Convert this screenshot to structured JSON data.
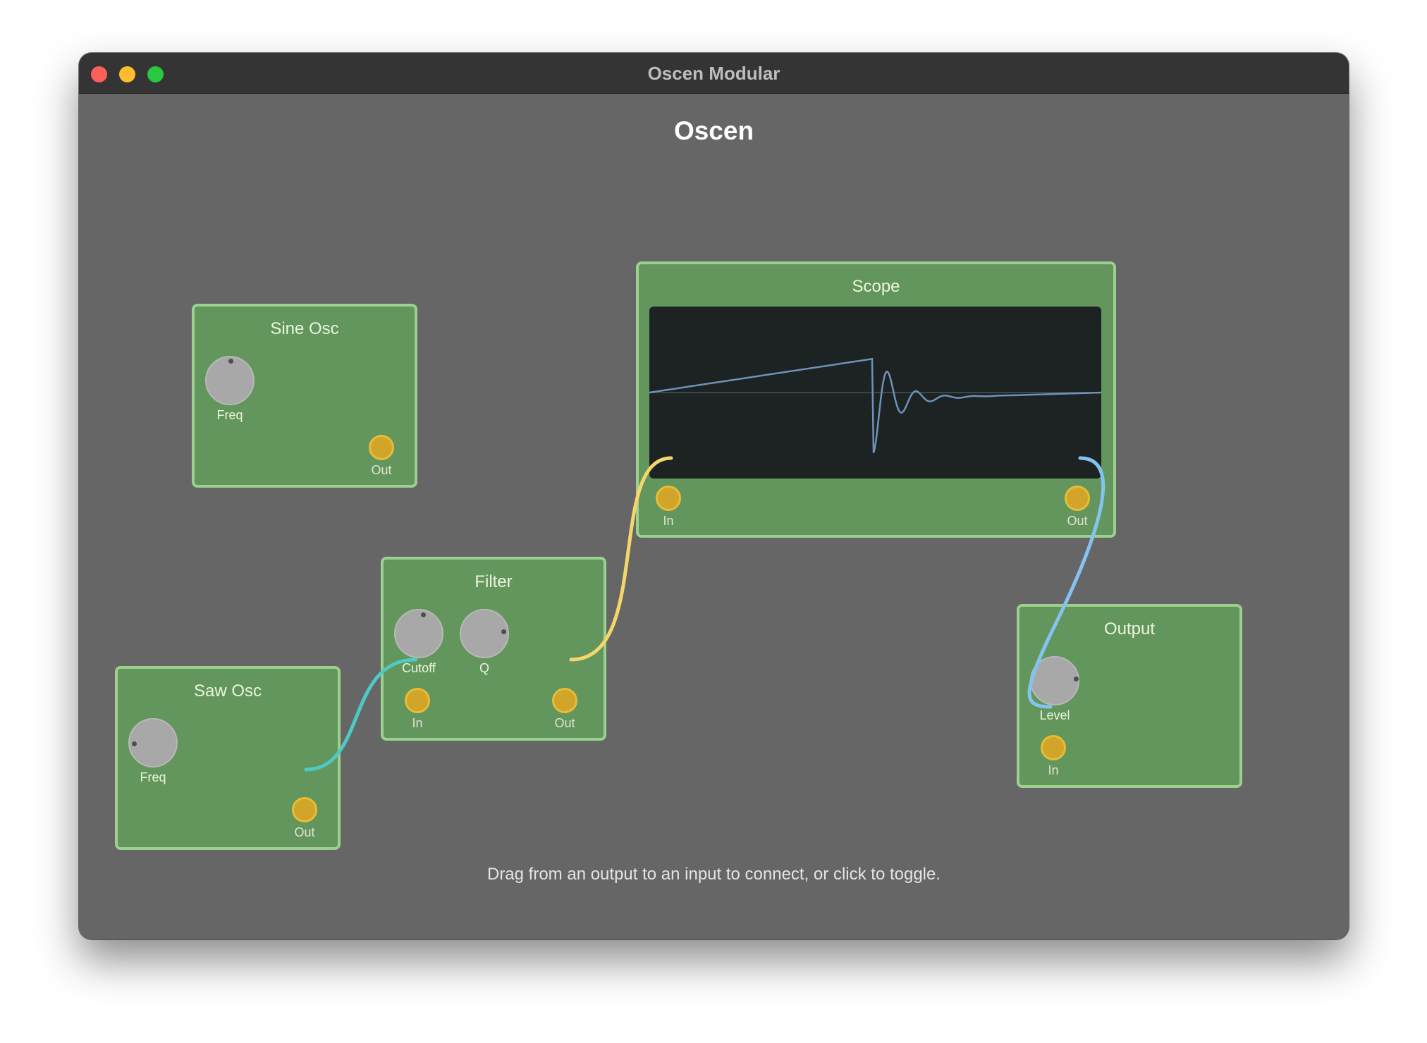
{
  "window": {
    "title": "Oscen Modular"
  },
  "app": {
    "title": "Oscen",
    "hint": "Drag from an output to an input to connect, or click to toggle."
  },
  "modules": {
    "sine": {
      "title": "Sine Osc",
      "knob_freq": "Freq",
      "out": "Out"
    },
    "saw": {
      "title": "Saw Osc",
      "knob_freq": "Freq",
      "out": "Out"
    },
    "filter": {
      "title": "Filter",
      "knob_cutoff": "Cutoff",
      "knob_q": "Q",
      "in": "In",
      "out": "Out"
    },
    "scope": {
      "title": "Scope",
      "in": "In",
      "out": "Out"
    },
    "output": {
      "title": "Output",
      "knob_level": "Level",
      "in": "In"
    }
  },
  "cables": [
    {
      "from": "saw.out",
      "to": "filter.in",
      "color": "#4ec9c4"
    },
    {
      "from": "filter.out",
      "to": "scope.in",
      "color": "#f4d76a"
    },
    {
      "from": "scope.out",
      "to": "output.in",
      "color": "#86c2f0"
    }
  ],
  "colors": {
    "module_fill": "#62965c",
    "module_border": "#9cd08e",
    "port": "#d1a52a",
    "scope_trace": "#6f92b8"
  }
}
